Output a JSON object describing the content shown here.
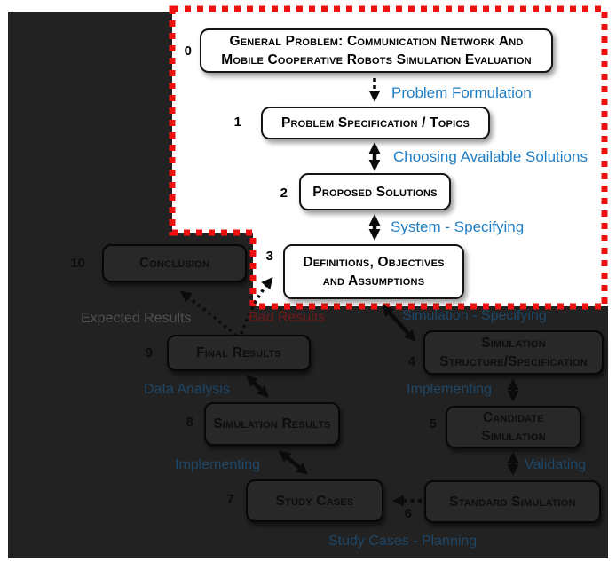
{
  "diagram": {
    "boxes": [
      {
        "num": "0",
        "label": "General Problem: Communication Network And Mobile Cooperative Robots Simulation Evaluation"
      },
      {
        "num": "1",
        "label": "Problem Specification / Topics"
      },
      {
        "num": "2",
        "label": "Proposed Solutions"
      },
      {
        "num": "3",
        "label": "Definitions, Objectives and Assumptions"
      },
      {
        "num": "4",
        "label": "Simulation Structure/Specification"
      },
      {
        "num": "5",
        "label": "Candidate Simulation"
      },
      {
        "num": "6",
        "label": "Standard Simulation"
      },
      {
        "num": "7",
        "label": "Study Cases"
      },
      {
        "num": "8",
        "label": "Simulation Results"
      },
      {
        "num": "9",
        "label": "Final Results"
      },
      {
        "num": "10",
        "label": "Conclusion"
      }
    ],
    "edge_labels": {
      "problem_formulation": "Problem Formulation",
      "choosing_available_solutions": "Choosing Available Solutions",
      "system_specifying": "System - Specifying",
      "simulation_specifying": "Simulation - Specifying",
      "implementing_right": "Implementing",
      "validating": "Validating",
      "study_cases_planning": "Study Cases - Planning",
      "implementing_left": "Implementing",
      "data_analysis": "Data Analysis",
      "expected_results": "Expected Results",
      "bad_results": "Bad Results"
    }
  },
  "colors": {
    "highlight_border": "#ee1111",
    "label_blue": "#1f7dc4",
    "label_blue_dim": "#1e4666",
    "label_gray": "#4f4f4f",
    "label_red_dim": "#701919",
    "dim_background": "#222222",
    "dim_box_fill": "#282828",
    "arrow_black": "#0b0b0b"
  }
}
